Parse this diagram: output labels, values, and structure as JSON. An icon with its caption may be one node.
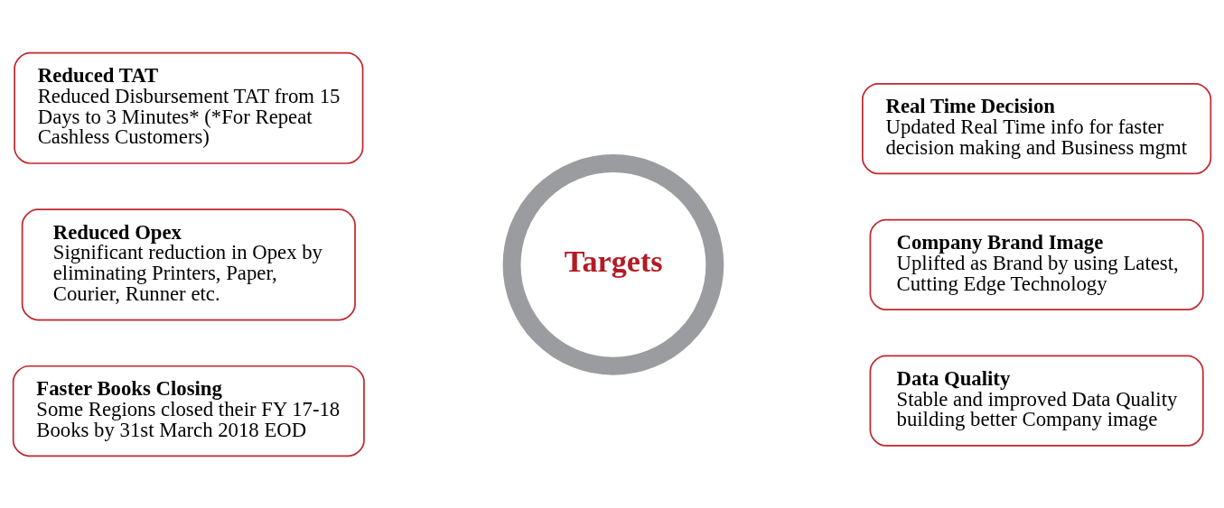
{
  "diagram": {
    "nodes": [
      {
        "text": [
          "Reduced TAT",
          "Reduced Disbursement TAT from 15 Days to 3 Minutes* (*For Repeat Cashless Customers)"
        ]
      },
      {
        "text": [
          "Real Time Decision",
          "Updated Real Time info for faster decision making and Business mgmt"
        ]
      },
      {
        "text": [
          "Reduced Opex",
          "Significant reduction in Opex by eliminating Printers, Paper, Courier, Runner etc."
        ]
      },
      {
        "text": [
          "Targets"
        ]
      },
      {
        "text": [
          "Company Brand Image",
          "Uplifted as Brand by using Latest, Cutting Edge Technology"
        ]
      },
      {
        "text": [
          "Faster Books Closing",
          "Some Regions closed their FY 17-18 Books by 31st March 2018 EOD"
        ]
      },
      {
        "text": [
          "Data Quality",
          "Stable and improved Data Quality building better Company image"
        ]
      }
    ]
  }
}
